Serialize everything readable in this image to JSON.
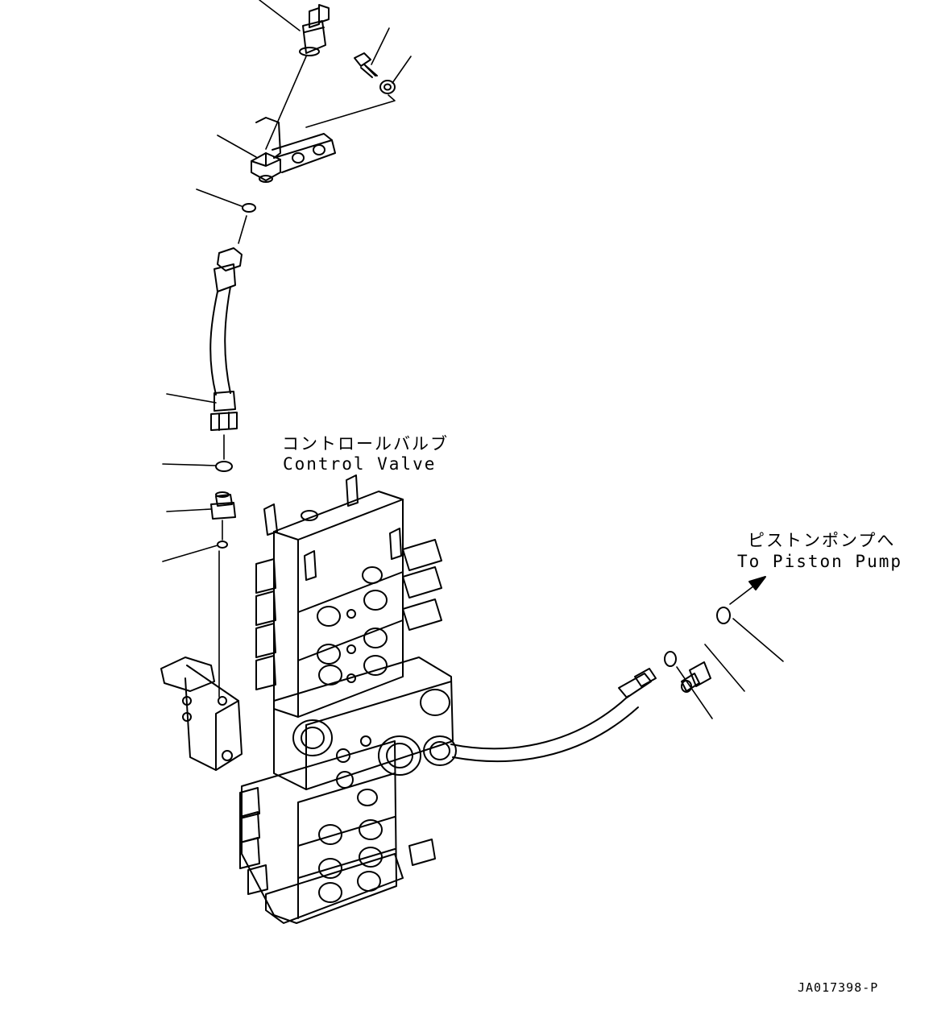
{
  "labels": {
    "control_valve_jp": "コントロールバルブ",
    "control_valve_en": "Control Valve",
    "to_pump_jp": "ピストンポンプへ",
    "to_pump_en": "To Piston Pump"
  },
  "drawing_number": "JA017398-P",
  "colors": {
    "line": "#000000",
    "background": "#ffffff"
  }
}
